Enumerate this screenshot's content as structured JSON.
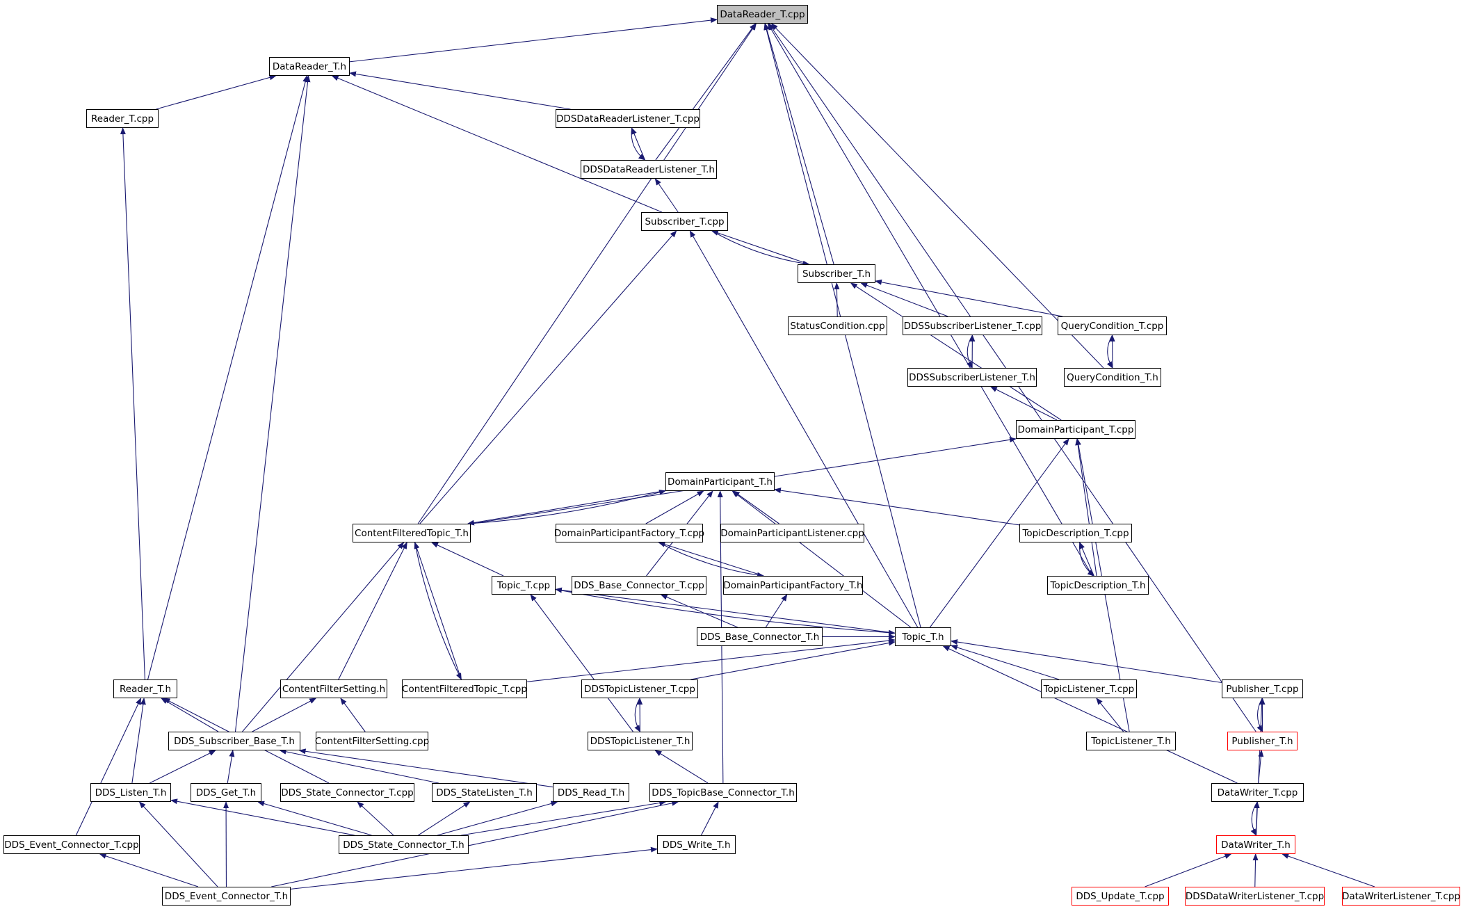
{
  "graph": {
    "root": "DataReader_T.cpp",
    "colors": {
      "edge": "#191970",
      "node_border": "#000000",
      "truncated_border": "#ff0000",
      "root_fill": "#bfbfbf"
    },
    "nodes": [
      {
        "id": "drcpp",
        "label": "DataReader_T.cpp",
        "style": "root"
      },
      {
        "id": "drh",
        "label": "DataReader_T.h",
        "style": "normal"
      },
      {
        "id": "rcpp",
        "label": "Reader_T.cpp",
        "style": "normal"
      },
      {
        "id": "ddsdrlcpp",
        "label": "DDSDataReaderListener_T.cpp",
        "style": "normal"
      },
      {
        "id": "ddsdrlh",
        "label": "DDSDataReaderListener_T.h",
        "style": "normal"
      },
      {
        "id": "subcpp",
        "label": "Subscriber_T.cpp",
        "style": "normal"
      },
      {
        "id": "subh",
        "label": "Subscriber_T.h",
        "style": "normal"
      },
      {
        "id": "statcpp",
        "label": "StatusCondition.cpp",
        "style": "normal"
      },
      {
        "id": "ddssublcpp",
        "label": "DDSSubscriberListener_T.cpp",
        "style": "normal"
      },
      {
        "id": "qccpp",
        "label": "QueryCondition_T.cpp",
        "style": "normal"
      },
      {
        "id": "ddssublh",
        "label": "DDSSubscriberListener_T.h",
        "style": "normal"
      },
      {
        "id": "qch",
        "label": "QueryCondition_T.h",
        "style": "normal"
      },
      {
        "id": "dpcpp",
        "label": "DomainParticipant_T.cpp",
        "style": "normal"
      },
      {
        "id": "dph",
        "label": "DomainParticipant_T.h",
        "style": "normal"
      },
      {
        "id": "cfth",
        "label": "ContentFilteredTopic_T.h",
        "style": "normal"
      },
      {
        "id": "dpfcpp",
        "label": "DomainParticipantFactory_T.cpp",
        "style": "normal"
      },
      {
        "id": "dplcpp",
        "label": "DomainParticipantListener.cpp",
        "style": "normal"
      },
      {
        "id": "tdcpp",
        "label": "TopicDescription_T.cpp",
        "style": "normal"
      },
      {
        "id": "topiccpp",
        "label": "Topic_T.cpp",
        "style": "normal"
      },
      {
        "id": "ddsbccpp",
        "label": "DDS_Base_Connector_T.cpp",
        "style": "normal"
      },
      {
        "id": "dpfh",
        "label": "DomainParticipantFactory_T.h",
        "style": "normal"
      },
      {
        "id": "tdh",
        "label": "TopicDescription_T.h",
        "style": "normal"
      },
      {
        "id": "ddsbch",
        "label": "DDS_Base_Connector_T.h",
        "style": "normal"
      },
      {
        "id": "topich",
        "label": "Topic_T.h",
        "style": "normal"
      },
      {
        "id": "readerh",
        "label": "Reader_T.h",
        "style": "normal"
      },
      {
        "id": "cfsh",
        "label": "ContentFilterSetting.h",
        "style": "normal"
      },
      {
        "id": "cftcpp",
        "label": "ContentFilteredTopic_T.cpp",
        "style": "normal"
      },
      {
        "id": "ddstlcpp",
        "label": "DDSTopicListener_T.cpp",
        "style": "normal"
      },
      {
        "id": "tlcpp",
        "label": "TopicListener_T.cpp",
        "style": "normal"
      },
      {
        "id": "pubcpp",
        "label": "Publisher_T.cpp",
        "style": "normal"
      },
      {
        "id": "ddssbh",
        "label": "DDS_Subscriber_Base_T.h",
        "style": "normal"
      },
      {
        "id": "cfscpp",
        "label": "ContentFilterSetting.cpp",
        "style": "normal"
      },
      {
        "id": "ddstlh",
        "label": "DDSTopicListener_T.h",
        "style": "normal"
      },
      {
        "id": "tlh",
        "label": "TopicListener_T.h",
        "style": "normal"
      },
      {
        "id": "pubh",
        "label": "Publisher_T.h",
        "style": "truncated"
      },
      {
        "id": "listenh",
        "label": "DDS_Listen_T.h",
        "style": "normal"
      },
      {
        "id": "geth",
        "label": "DDS_Get_T.h",
        "style": "normal"
      },
      {
        "id": "stateccpp",
        "label": "DDS_State_Connector_T.cpp",
        "style": "normal"
      },
      {
        "id": "statelh",
        "label": "DDS_StateListen_T.h",
        "style": "normal"
      },
      {
        "id": "readh",
        "label": "DDS_Read_T.h",
        "style": "normal"
      },
      {
        "id": "tbch",
        "label": "DDS_TopicBase_Connector_T.h",
        "style": "normal"
      },
      {
        "id": "dwcpp",
        "label": "DataWriter_T.cpp",
        "style": "normal"
      },
      {
        "id": "eventccpp",
        "label": "DDS_Event_Connector_T.cpp",
        "style": "normal"
      },
      {
        "id": "statech",
        "label": "DDS_State_Connector_T.h",
        "style": "normal"
      },
      {
        "id": "writeh",
        "label": "DDS_Write_T.h",
        "style": "normal"
      },
      {
        "id": "dwh",
        "label": "DataWriter_T.h",
        "style": "truncated"
      },
      {
        "id": "eventch",
        "label": "DDS_Event_Connector_T.h",
        "style": "normal"
      },
      {
        "id": "updatecpp",
        "label": "DDS_Update_T.cpp",
        "style": "truncated"
      },
      {
        "id": "ddsdwlcpp",
        "label": "DDSDataWriterListener_T.cpp",
        "style": "truncated"
      },
      {
        "id": "dwlcpp",
        "label": "DataWriterListener_T.cpp",
        "style": "truncated"
      }
    ],
    "edges": [
      [
        "drh",
        "drcpp"
      ],
      [
        "ddsdrlh",
        "drcpp"
      ],
      [
        "subh",
        "drcpp"
      ],
      [
        "qch",
        "drcpp"
      ],
      [
        "tdh",
        "drcpp"
      ],
      [
        "pubh",
        "drcpp"
      ],
      [
        "cfth",
        "drcpp"
      ],
      [
        "topich",
        "drcpp"
      ],
      [
        "rcpp",
        "drh"
      ],
      [
        "ddsdrlcpp",
        "drh"
      ],
      [
        "subcpp",
        "drh"
      ],
      [
        "readerh",
        "drh"
      ],
      [
        "ddssbh",
        "drh"
      ],
      [
        "readerh",
        "rcpp"
      ],
      [
        "ddsdrlh",
        "ddsdrlcpp"
      ],
      [
        "ddsdrlcpp",
        "ddsdrlh"
      ],
      [
        "subcpp",
        "ddsdrlh"
      ],
      [
        "subh",
        "subcpp"
      ],
      [
        "subcpp",
        "subh"
      ],
      [
        "statcpp",
        "subh"
      ],
      [
        "ddssublcpp",
        "subh"
      ],
      [
        "qccpp",
        "subh"
      ],
      [
        "dpcpp",
        "subh"
      ],
      [
        "ddssublh",
        "ddssublcpp"
      ],
      [
        "ddssublcpp",
        "ddssublh"
      ],
      [
        "qch",
        "qccpp"
      ],
      [
        "qccpp",
        "qch"
      ],
      [
        "dpcpp",
        "ddssublh"
      ],
      [
        "cfth",
        "dpcpp"
      ],
      [
        "cfth",
        "subcpp"
      ],
      [
        "topich",
        "subcpp"
      ],
      [
        "dph",
        "cfth"
      ],
      [
        "cfth",
        "dph"
      ],
      [
        "dpfcpp",
        "dph"
      ],
      [
        "dplcpp",
        "dph"
      ],
      [
        "tdcpp",
        "dph"
      ],
      [
        "ddsbccpp",
        "dph"
      ],
      [
        "tbch",
        "dph"
      ],
      [
        "topich",
        "dph"
      ],
      [
        "dpfh",
        "dpfcpp"
      ],
      [
        "dpfcpp",
        "dpfh"
      ],
      [
        "tdh",
        "tdcpp"
      ],
      [
        "tdcpp",
        "tdh"
      ],
      [
        "tdh",
        "dpcpp"
      ],
      [
        "topich",
        "dpcpp"
      ],
      [
        "tlh",
        "dpcpp"
      ],
      [
        "topiccpp",
        "cfth"
      ],
      [
        "cftcpp",
        "cfth"
      ],
      [
        "cfth",
        "cftcpp"
      ],
      [
        "cfsh",
        "cfth"
      ],
      [
        "ddssbh",
        "cfth"
      ],
      [
        "topich",
        "topiccpp"
      ],
      [
        "topiccpp",
        "topich"
      ],
      [
        "ddstlh",
        "topiccpp"
      ],
      [
        "ddsbch",
        "ddsbccpp"
      ],
      [
        "ddsbch",
        "dpfh"
      ],
      [
        "ddsbch",
        "topich"
      ],
      [
        "cftcpp",
        "topich"
      ],
      [
        "ddstlcpp",
        "topich"
      ],
      [
        "tlcpp",
        "topich"
      ],
      [
        "pubcpp",
        "topich"
      ],
      [
        "dwcpp",
        "topich"
      ],
      [
        "ddssbh",
        "readerh"
      ],
      [
        "stateccpp",
        "readerh"
      ],
      [
        "eventccpp",
        "readerh"
      ],
      [
        "listenh",
        "readerh"
      ],
      [
        "ddssbh",
        "cfsh"
      ],
      [
        "cfscpp",
        "cfsh"
      ],
      [
        "ddstlh",
        "ddstlcpp"
      ],
      [
        "ddstlcpp",
        "ddstlh"
      ],
      [
        "tbch",
        "ddstlh"
      ],
      [
        "tlh",
        "tlcpp"
      ],
      [
        "pubh",
        "pubcpp"
      ],
      [
        "pubcpp",
        "pubh"
      ],
      [
        "dwh",
        "pubcpp"
      ],
      [
        "dwcpp",
        "pubh"
      ],
      [
        "listenh",
        "ddssbh"
      ],
      [
        "geth",
        "ddssbh"
      ],
      [
        "statelh",
        "ddssbh"
      ],
      [
        "readh",
        "ddssbh"
      ],
      [
        "statech",
        "listenh"
      ],
      [
        "eventch",
        "listenh"
      ],
      [
        "statech",
        "geth"
      ],
      [
        "eventch",
        "geth"
      ],
      [
        "statech",
        "stateccpp"
      ],
      [
        "statech",
        "statelh"
      ],
      [
        "statech",
        "readh"
      ],
      [
        "statech",
        "tbch"
      ],
      [
        "eventch",
        "tbch"
      ],
      [
        "writeh",
        "tbch"
      ],
      [
        "eventch",
        "eventccpp"
      ],
      [
        "eventch",
        "writeh"
      ],
      [
        "dwh",
        "dwcpp"
      ],
      [
        "dwcpp",
        "dwh"
      ],
      [
        "updatecpp",
        "dwh"
      ],
      [
        "ddsdwlcpp",
        "dwh"
      ],
      [
        "dwlcpp",
        "dwh"
      ]
    ]
  }
}
